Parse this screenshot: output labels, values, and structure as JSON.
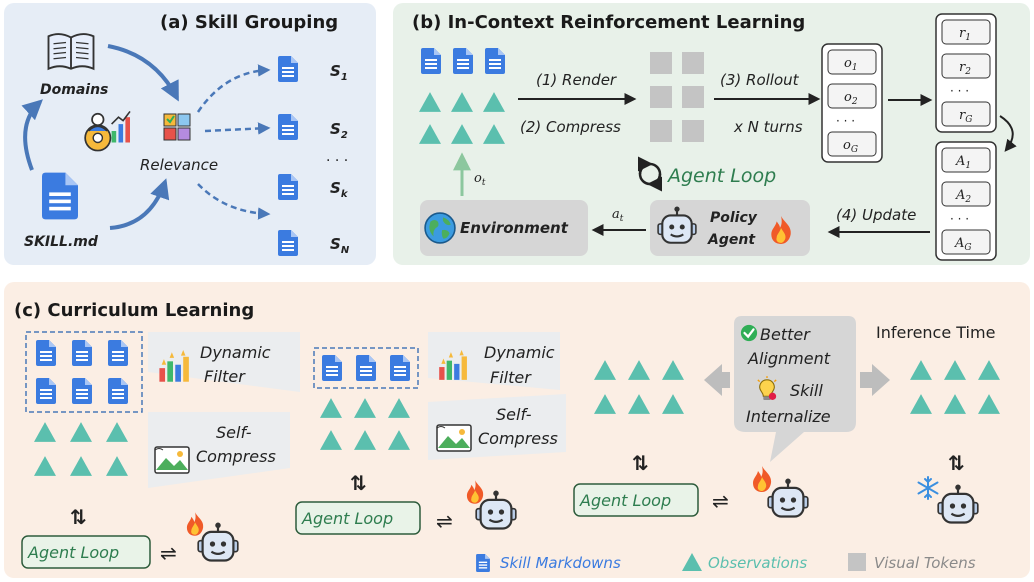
{
  "panel_a": {
    "title": "(a) Skill Grouping",
    "domains": "Domains",
    "relevance": "Relevance",
    "skill_md": "SKILL.md",
    "groups": [
      {
        "base": "S",
        "sub": "1"
      },
      {
        "base": "S",
        "sub": "2"
      },
      {
        "base": "S",
        "sub": "k"
      },
      {
        "base": "S",
        "sub": "N"
      }
    ],
    "ellipsis": "· · ·"
  },
  "panel_b": {
    "title": "(b) In-Context Reinforcement Learning",
    "render": "(1) Render",
    "compress": "(2) Compress",
    "rollout": "(3) Rollout",
    "turns": "x N turns",
    "update": "(4) Update",
    "agent_loop": "Agent Loop",
    "environment": "Environment",
    "policy_agent_1": "Policy",
    "policy_agent_2": "Agent",
    "o_t": {
      "base": "o",
      "sub": "t"
    },
    "a_t": {
      "base": "a",
      "sub": "t"
    },
    "outputs": [
      {
        "base": "o",
        "sub": "1"
      },
      {
        "base": "o",
        "sub": "2"
      },
      {
        "base": "o",
        "sub": "G"
      }
    ],
    "rewards": [
      {
        "base": "r",
        "sub": "1"
      },
      {
        "base": "r",
        "sub": "2"
      },
      {
        "base": "r",
        "sub": "G"
      }
    ],
    "advantages": [
      {
        "base": "A",
        "sub": "1"
      },
      {
        "base": "A",
        "sub": "2"
      },
      {
        "base": "A",
        "sub": "G"
      }
    ],
    "dots": "· · ·"
  },
  "panel_c": {
    "title": "(c) Curriculum Learning",
    "dynamic": "Dynamic",
    "filter": "Filter",
    "self": "Self-",
    "compress": "Compress",
    "agent_loop": "Agent Loop",
    "better": "Better",
    "alignment": "Alignment",
    "skill": "Skill",
    "internalize": "Internalize",
    "inference_time": "Inference Time"
  },
  "legend": {
    "skill_markdowns": "Skill Markdowns",
    "observations": "Observations",
    "visual_tokens": "Visual Tokens"
  },
  "colors": {
    "doc_blue": "#3b7be0",
    "triangle_teal": "#5bbfae",
    "token_gray": "#c4c4c4",
    "panel_a_bg": "#e6edf6",
    "panel_b_bg": "#e8f1e9",
    "panel_c_bg": "#fbeee4",
    "arrow_blue": "#4a78b8",
    "green_text": "#2e7d4f"
  }
}
